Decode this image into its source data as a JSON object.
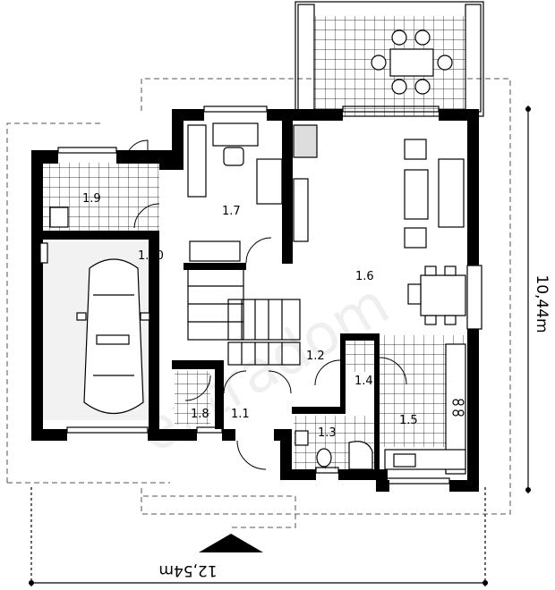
{
  "rooms": [
    {
      "id": "1.1",
      "label": "1.1"
    },
    {
      "id": "1.2",
      "label": "1.2"
    },
    {
      "id": "1.3",
      "label": "1.3"
    },
    {
      "id": "1.4",
      "label": "1.4"
    },
    {
      "id": "1.5",
      "label": "1.5"
    },
    {
      "id": "1.6",
      "label": "1.6"
    },
    {
      "id": "1.7",
      "label": "1.7"
    },
    {
      "id": "1.8",
      "label": "1.8"
    },
    {
      "id": "1.9",
      "label": "1.9"
    },
    {
      "id": "1.10",
      "label": "1.10"
    }
  ],
  "dimensions": {
    "width": "12,54m",
    "depth": "10,44m"
  },
  "watermark": "extradom",
  "colors": {
    "wall": "#000000",
    "tile_grid": "#000000",
    "garage_floor": "#f2f2f2",
    "furniture_grey": "#dddddd"
  }
}
